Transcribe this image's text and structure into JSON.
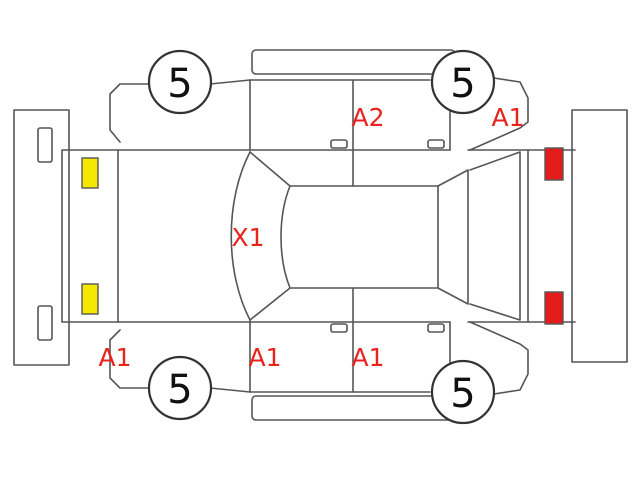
{
  "colors": {
    "outline": "#555555",
    "damage_text": "#e8231c",
    "front_lamp": "#f5e800",
    "rear_lamp": "#e31b1b"
  },
  "tires": {
    "front_left": "5",
    "rear_left": "5",
    "front_right": "5",
    "rear_right": "5"
  },
  "damage_codes": {
    "rear_door_upper": "A2",
    "rear_quarter_upper": "A1",
    "roof": "X1",
    "front_bumper_lower": "A1",
    "front_door_lower": "A1",
    "rear_door_lower": "A1"
  }
}
